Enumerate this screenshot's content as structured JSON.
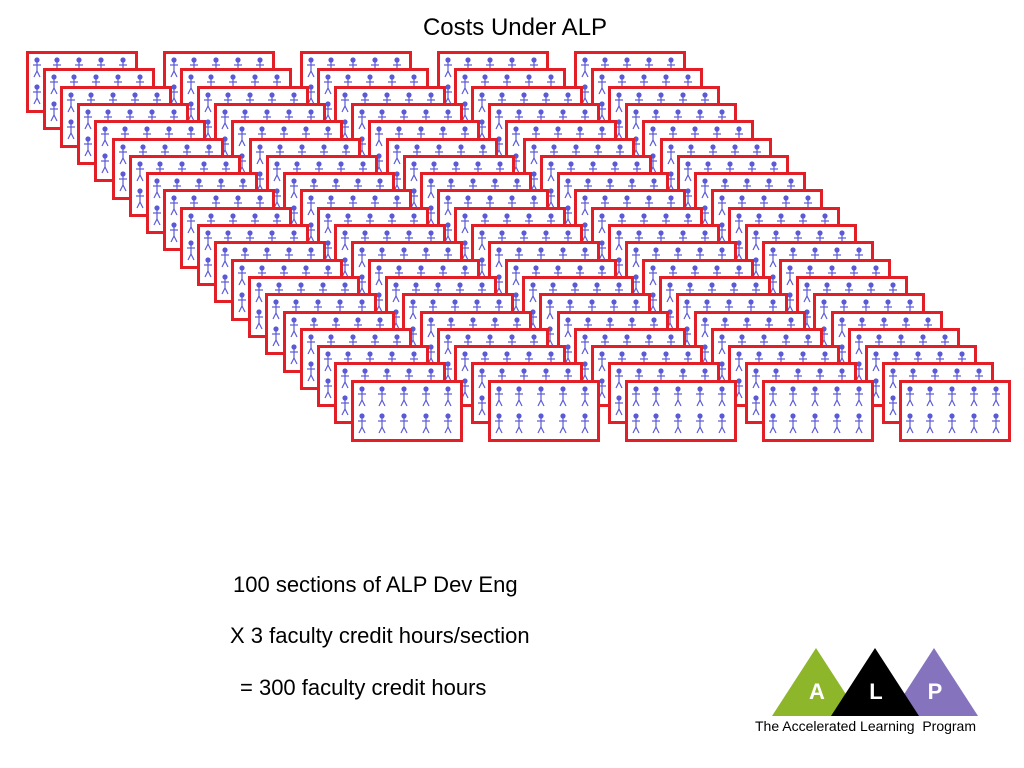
{
  "slide": {
    "title": "Costs Under ALP"
  },
  "sections_graphic": {
    "section_count": 100,
    "icon": "stick-figure-icon",
    "box_border_color": "#e21f26",
    "figure_color": "#5a5ad6"
  },
  "calculation": {
    "line1": "100 sections of ALP Dev Eng",
    "line2": "X 3 faculty credit hours/section",
    "line3": "= 300 faculty credit hours"
  },
  "logo": {
    "letters": [
      "A",
      "L",
      "P"
    ],
    "colors": {
      "a": "#8db62b",
      "l": "#000000",
      "p": "#8573bd"
    },
    "caption": "The Accelerated Learning  Program"
  }
}
